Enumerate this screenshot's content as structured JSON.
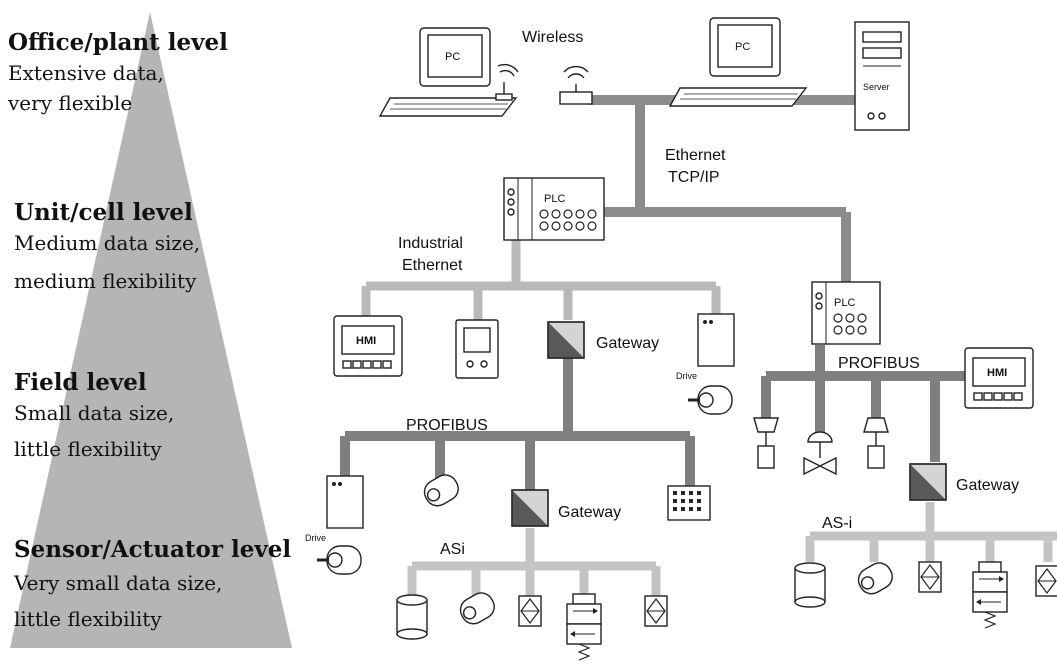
{
  "colors": {
    "pyramid": "#b5b5b5",
    "ethernet_bus": "#8c8c8c",
    "profibus_bus": "#7f7f7f",
    "asi_bus": "#c4c4c4",
    "industrial_ethernet_bus": "#b9b9b9",
    "gateway_dark": "#595959",
    "gateway_light": "#d4d4d4"
  },
  "levels": [
    {
      "title": "Office/plant level",
      "line1": "Extensive data,",
      "line2": "very flexible"
    },
    {
      "title": "Unit/cell level",
      "line1": "Medium data size,",
      "line2": "medium flexibility"
    },
    {
      "title": "Field level",
      "line1": "Small data size,",
      "line2": "little flexibility"
    },
    {
      "title": "Sensor/Actuator level",
      "line1": "Very small data size,",
      "line2": "little flexibility"
    }
  ],
  "networks": {
    "wireless": "Wireless",
    "ethernet_line1": "Ethernet",
    "ethernet_line2": "TCP/IP",
    "industrial_line1": "Industrial",
    "industrial_line2": "Ethernet",
    "profibus_left": "PROFIBUS",
    "profibus_right": "PROFIBUS",
    "asi_left": "ASi",
    "asi_right": "AS-i"
  },
  "devices": {
    "pc": "PC",
    "server": "Server",
    "plc": "PLC",
    "hmi": "HMI",
    "gateway": "Gateway",
    "drive": "Drive"
  }
}
